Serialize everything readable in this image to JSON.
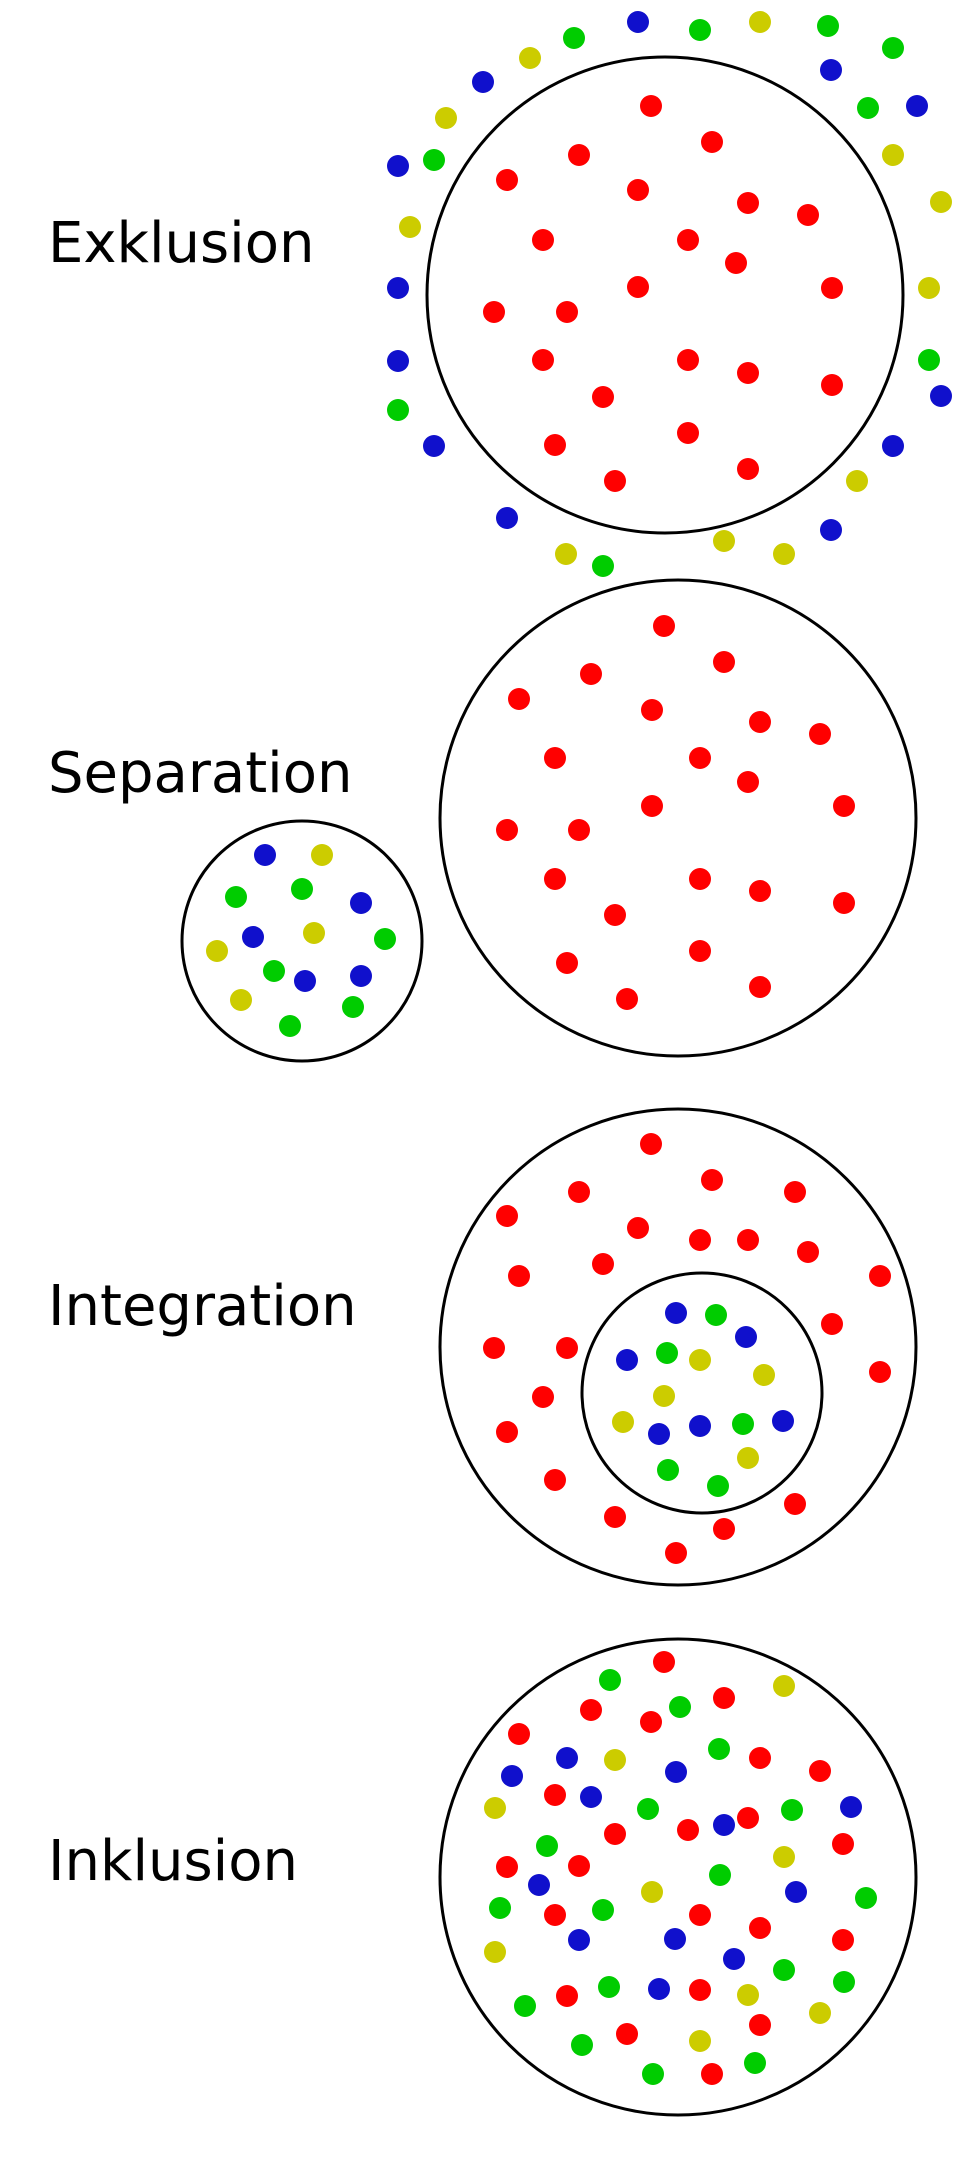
{
  "colors": {
    "background": "#ffffff",
    "outline": "#000000",
    "label": "#000000",
    "dot_red": "#ff0000",
    "dot_green": "#00cc00",
    "dot_blue": "#1010cc",
    "dot_yellow": "#cccc00"
  },
  "panels": [
    {
      "id": "exklusion",
      "label": "Exklusion",
      "composition": "red dots inside the circle; green, blue and yellow dots scattered outside around its edge"
    },
    {
      "id": "separation",
      "label": "Separation",
      "composition": "red dots inside the large circle; green, blue and yellow dots grouped inside a separate small circle"
    },
    {
      "id": "integration",
      "label": "Integration",
      "composition": "red dots inside the large circle; green, blue and yellow dots grouped in a smaller circle nested inside it"
    },
    {
      "id": "inklusion",
      "label": "Inklusion",
      "composition": "red, green, blue and yellow dots mixed together inside a single circle"
    }
  ]
}
